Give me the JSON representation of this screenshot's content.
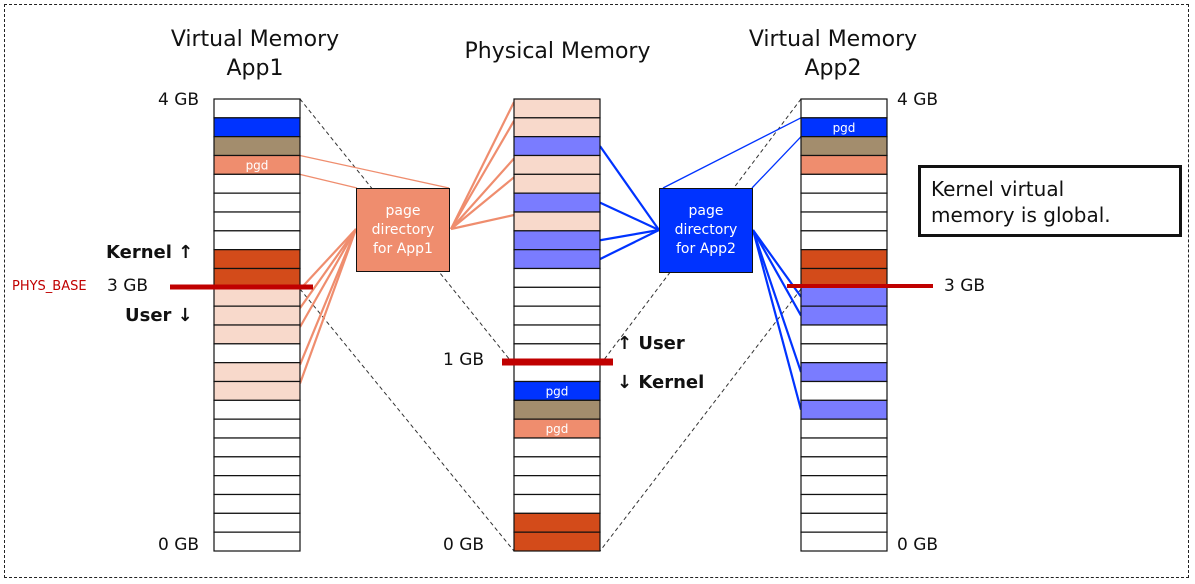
{
  "titles": {
    "app1": [
      "Virtual Memory",
      "App1"
    ],
    "physical": "Physical Memory",
    "app2": [
      "Virtual Memory",
      "App2"
    ]
  },
  "labels": {
    "app1_top": "4 GB",
    "app1_mid": "3 GB",
    "app1_bottom": "0 GB",
    "phys_base": "PHYS_BASE",
    "kernel_up": "Kernel ↑",
    "user_down": "User ↓",
    "phys_mid": "1 GB",
    "phys_bottom": "0 GB",
    "user_up": "↑ User",
    "kernel_down": "↓ Kernel",
    "app2_top": "4 GB",
    "app2_mid": "3 GB",
    "app2_bottom": "0 GB"
  },
  "page_directories": {
    "app1": [
      "page",
      "directory",
      "for App1"
    ],
    "app2": [
      "page",
      "directory",
      "for App2"
    ]
  },
  "note": [
    "Kernel virtual",
    "memory is global."
  ],
  "colors": {
    "white": "#FFFFFF",
    "blue": "#0033FF",
    "tan": "#A38D6D",
    "salmon": "#EF8D6E",
    "kernel_orange": "#D34B1A",
    "user_pink": "#F8D9CB",
    "periwinkle": "#7A7CFF",
    "divider_red": "#C00000"
  },
  "columns": {
    "app1": {
      "rows": [
        "white",
        "blue",
        "tan",
        "salmon",
        "white",
        "white",
        "white",
        "white",
        "kernel_orange",
        "kernel_orange",
        "user_pink",
        "user_pink",
        "user_pink",
        "white",
        "user_pink",
        "user_pink",
        "white",
        "white",
        "white",
        "white",
        "white",
        "white",
        "white",
        "white"
      ],
      "row_labels": {
        "3": "pgd"
      }
    },
    "physical": {
      "rows": [
        "user_pink",
        "user_pink",
        "periwinkle",
        "user_pink",
        "user_pink",
        "periwinkle",
        "user_pink",
        "periwinkle",
        "periwinkle",
        "white",
        "white",
        "white",
        "white",
        "white",
        "white",
        "blue",
        "tan",
        "salmon",
        "white",
        "white",
        "white",
        "white",
        "kernel_orange",
        "kernel_orange"
      ],
      "row_labels": {
        "15": "pgd",
        "17": "pgd"
      }
    },
    "app2": {
      "rows": [
        "white",
        "blue",
        "tan",
        "salmon",
        "white",
        "white",
        "white",
        "white",
        "kernel_orange",
        "kernel_orange",
        "periwinkle",
        "periwinkle",
        "white",
        "white",
        "periwinkle",
        "white",
        "periwinkle",
        "white",
        "white",
        "white",
        "white",
        "white",
        "white",
        "white"
      ],
      "row_labels": {
        "1": "pgd"
      }
    }
  },
  "mappings": {
    "app1_pd_to_physical_rows": [
      0,
      1,
      3,
      4,
      6
    ],
    "app1_pd_to_virtual_rows": [
      10,
      11,
      12,
      14,
      15
    ],
    "app2_pd_to_physical_rows": [
      2,
      5,
      7,
      8
    ],
    "app2_pd_to_virtual_rows": [
      10,
      11,
      14,
      16
    ],
    "app1_pgd_row": 3,
    "app2_pgd_row": 1
  }
}
